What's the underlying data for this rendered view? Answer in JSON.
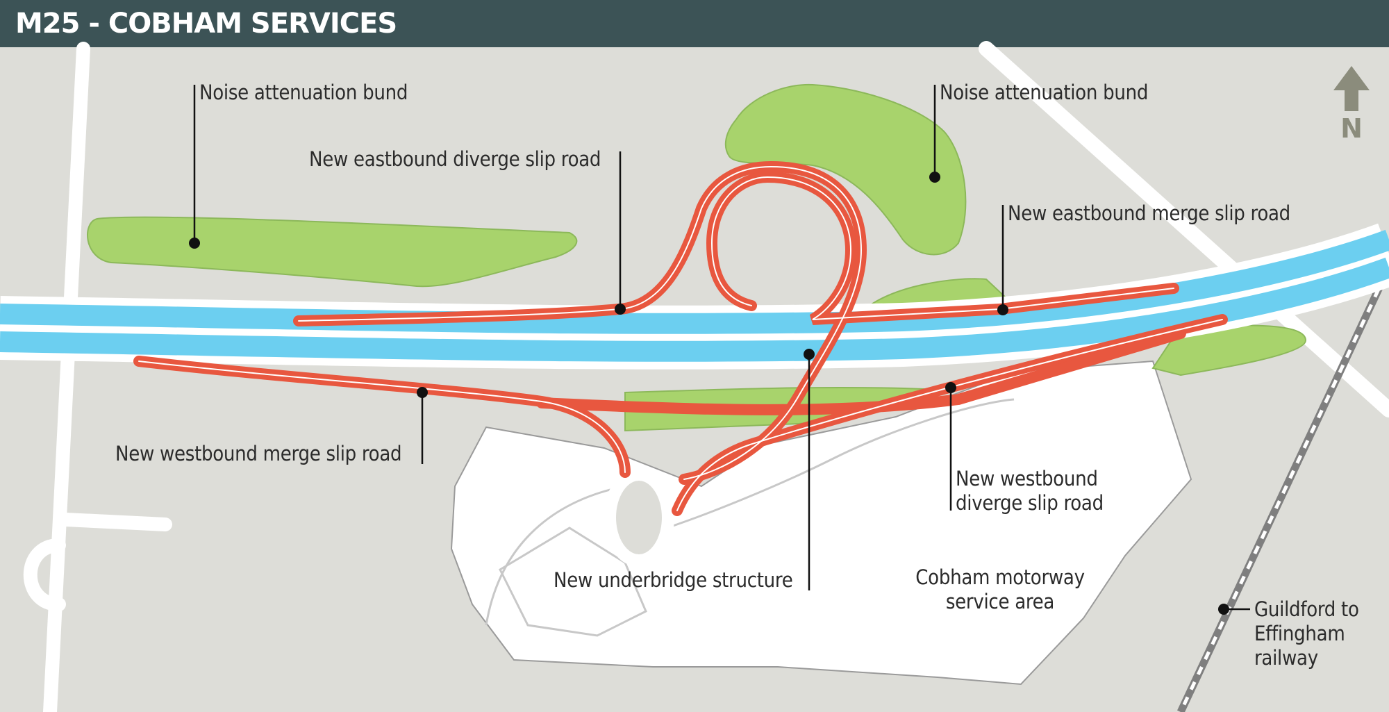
{
  "title": "M25 - COBHAM SERVICES",
  "colors": {
    "header": "#3c5356",
    "background": "#ddddd8",
    "motorway": "#6ccff0",
    "slip_road": "#e8573f",
    "bund": "#a8d36c",
    "local_road": "#ffffff",
    "north_arrow": "#8b8c7c"
  },
  "north_arrow": {
    "icon": "north-arrow-icon",
    "label": "N"
  },
  "labels": {
    "bund_west": "Noise attenuation bund",
    "bund_east": "Noise attenuation bund",
    "eastbound_diverge": "New eastbound diverge slip road",
    "eastbound_merge": "New eastbound merge slip road",
    "westbound_merge": "New westbound merge slip road",
    "westbound_diverge": "New westbound\ndiverge slip road",
    "underbridge": "New underbridge structure",
    "service_area": "Cobham motorway\nservice area",
    "railway": "Guildford to\nEffingham\nrailway"
  }
}
